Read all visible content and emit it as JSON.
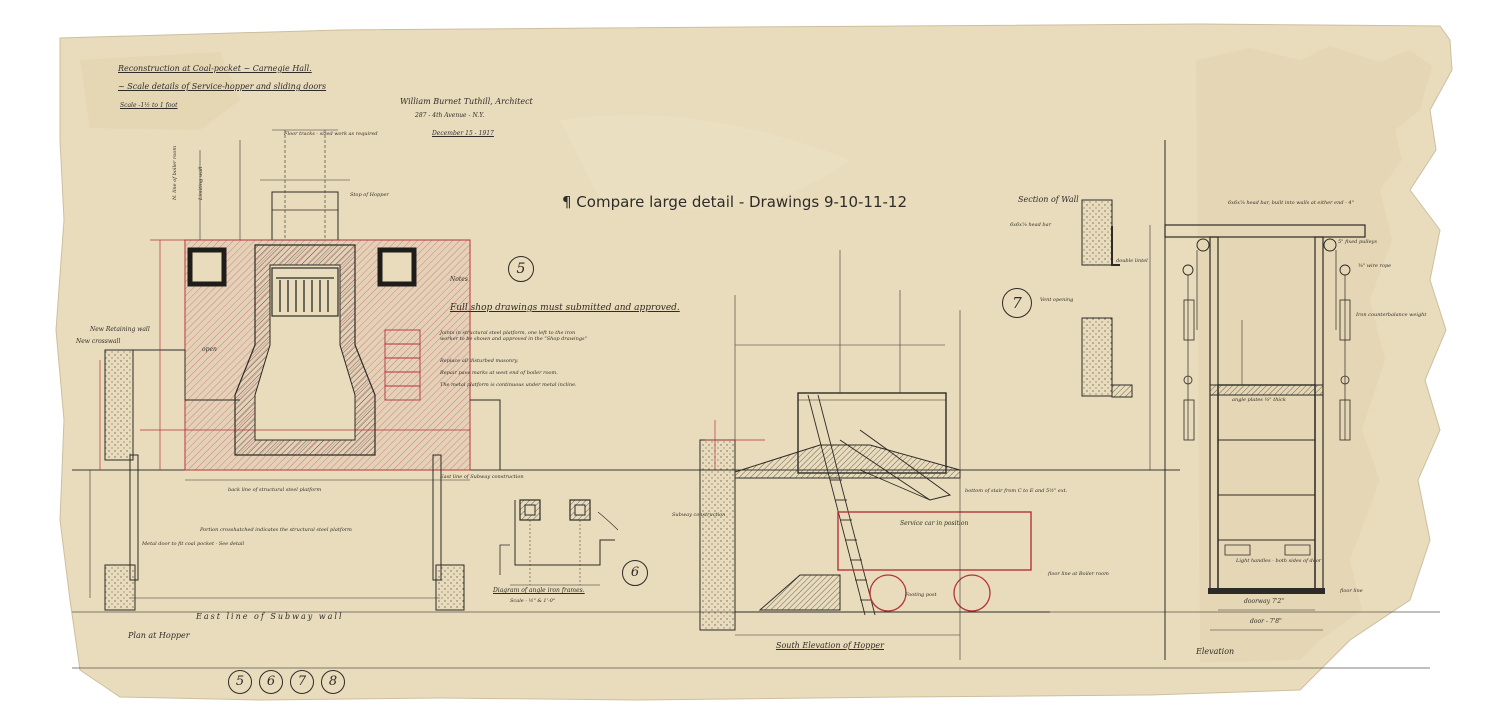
{
  "colors": {
    "paper": "#e9dcbc",
    "ink": "#2d2b27",
    "red": "#b5333a",
    "hatch_red": "#c9868a"
  },
  "title": {
    "line1": "Reconstruction at Coal-pocket ~ Carnegie Hall.",
    "line2": "~ Scale details of Service-hopper and sliding doors",
    "scale": "Scale -1½ to 1 foot"
  },
  "architect": {
    "name": "William Burnet Tuthill, Architect",
    "address": "287 - 4th Avenue - N.Y.",
    "date": "December 15 - 1917"
  },
  "compare_note": "¶ Compare large detail - Drawings 9-10-11-12",
  "shop_note": {
    "heading": "Full shop drawings must submitted and approved.",
    "items": [
      "Joints in structural steel platform, one left to the iron worker to be shown and approved in the \"Shop drawings\"",
      "Replace all disturbed masonry.",
      "Repair pave marks at west end of boiler room.",
      "The metal platform is continuous under metal incline."
    ]
  },
  "sheet_markers": [
    "5",
    "6",
    "7",
    "8"
  ],
  "view_labels": {
    "plan": "Plan at Hopper",
    "east_line": "East line of Subway wall",
    "south_elevation": "South Elevation of Hopper",
    "diagram": "Diagram of angle iron frames.",
    "diagram_scale": "Scale - ½\" & 1'-0\"",
    "section_wall": "Section of Wall",
    "elevation": "Elevation"
  },
  "annotations": {
    "plan_new_retaining_wall": "New Retaining wall",
    "plan_new_crosswall": "New crosswall",
    "plan_open": "open",
    "plan_notes": "Notes",
    "plan_back_line": "back line of structural steel platform",
    "plan_east_line_subway": "East line of Subway construction",
    "plan_portion": "Portion crosshatched indicates the structural steel platform",
    "plan_metal_door": "Metal door to fit coal pocket - See detail",
    "plan_floor_track": "Floor tracks - sized work as required",
    "plan_stop_hopper": "Stop of Hopper",
    "plan_line_boiler": "N. line of boiler room",
    "plan_limiting_wall": "Limiting wall",
    "elev_service_car": "Service car in position",
    "elev_subway": "Subway construction",
    "elev_floor_line": "floor line at Boiler room",
    "elev_footing_post": "Footing post",
    "elev_bottom_section": "bottom of stair from C to E and 5½\" ext.",
    "section_head_bar": "6x6x⅝ head bar",
    "section_vent": "Vent opening",
    "section_double_lintel": "double lintel",
    "right_head_bar": "6x6x⅝ head bar, built into walls at either end - 4\"",
    "right_pulley": "5\" fixed pulleys",
    "right_wire_rope": "⅜\" wire rope",
    "right_counterweight": "Iron counterbalance weight",
    "right_angle_plates": "angle plates ⅜\" thick",
    "right_doorway": "doorway 7'2\"",
    "right_door": "door - 7'8\"",
    "right_floor_line": "floor line",
    "right_light_handles": "Light handles - both sides of door"
  }
}
